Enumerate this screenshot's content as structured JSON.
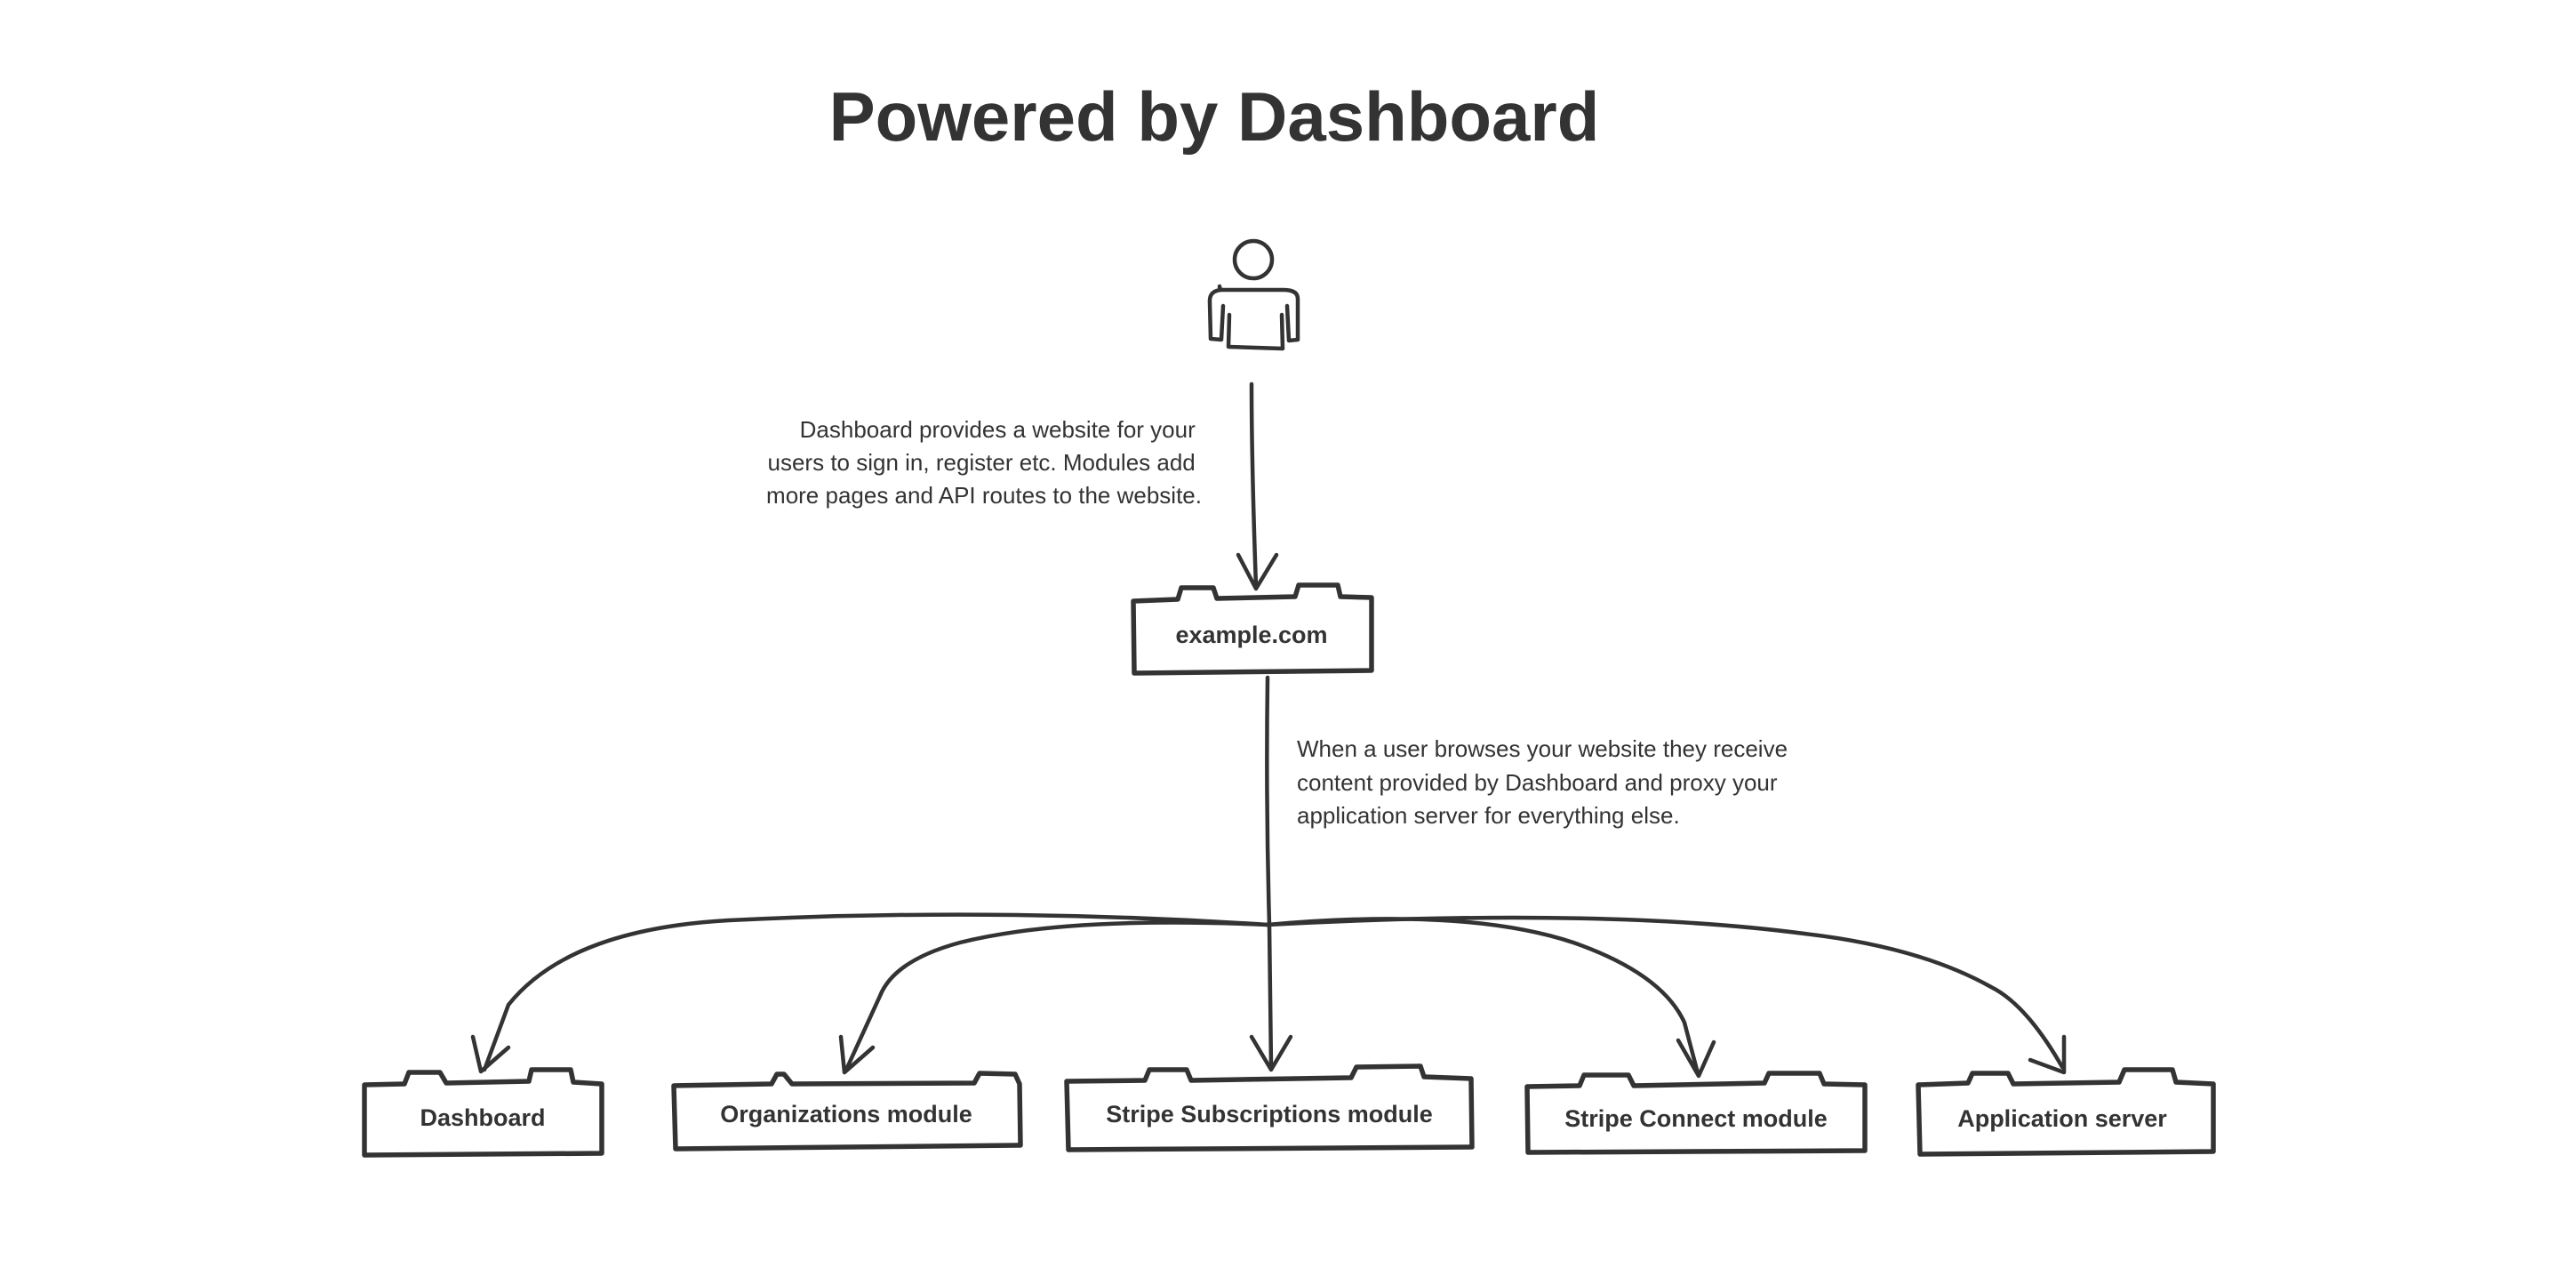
{
  "diagram": {
    "title": "Powered by Dashboard",
    "user": {
      "icon": "person-icon"
    },
    "caption_user": [
      "Dashboard provides a website for your",
      "users to sign in, register etc. Modules add",
      "more pages and API routes to the website."
    ],
    "caption_site": [
      "When a user browses your website they receive",
      "content provided by Dashboard and proxy your",
      "application server for everything else."
    ],
    "website": {
      "label": "example.com"
    },
    "targets": [
      {
        "label": "Dashboard"
      },
      {
        "label": "Organizations module"
      },
      {
        "label": "Stripe Subscriptions module"
      },
      {
        "label": "Stripe Connect module"
      },
      {
        "label": "Application server"
      }
    ],
    "colors": {
      "ink": "#333333",
      "background": "#ffffff"
    }
  }
}
